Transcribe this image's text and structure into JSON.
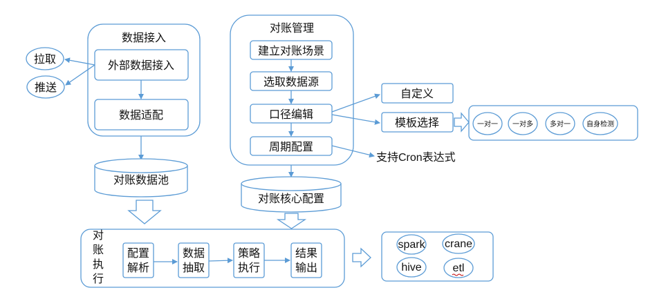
{
  "colors": {
    "stroke": "#5b9bd5",
    "text": "#111111",
    "background": "#ffffff",
    "squiggle": "#c00000"
  },
  "data_access": {
    "title": "数据接入",
    "external": "外部数据接入",
    "adapt": "数据适配",
    "pull": "拉取",
    "push": "推送"
  },
  "pool": "对账数据池",
  "management": {
    "title": "对账管理",
    "scene": "建立对账场景",
    "source": "选取数据源",
    "caliber": "口径编辑",
    "period": "周期配置"
  },
  "caliber_options": {
    "custom": "自定义",
    "template": "模板选择"
  },
  "templates": [
    "一对一",
    "一对多",
    "多对一",
    "自身检测"
  ],
  "cron": "支持Cron表达式",
  "core_config": "对账核心配置",
  "execution": {
    "title": [
      "对",
      "账",
      "执",
      "行"
    ],
    "steps": [
      [
        "配置",
        "解析"
      ],
      [
        "数据",
        "抽取"
      ],
      [
        "策略",
        "执行"
      ],
      [
        "结果",
        "输出"
      ]
    ]
  },
  "engines": [
    "spark",
    "crane",
    "hive",
    "etl"
  ]
}
